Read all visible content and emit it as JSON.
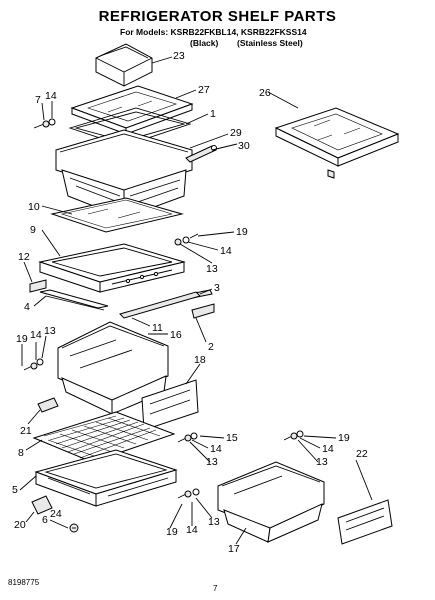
{
  "diagram": {
    "title": "REFRIGERATOR SHELF PARTS",
    "models_line": "For Models: KSRB22FKBL14, KSRB22FKSS14",
    "variant_black": "(Black)",
    "variant_stainless": "(Stainless Steel)",
    "footer_left": "8198775",
    "footer_page": "7",
    "callouts": {
      "c23": "23",
      "c27": "27",
      "c7": "7",
      "c14a": "14",
      "c1": "1",
      "c29": "29",
      "c30": "30",
      "c26": "26",
      "c10": "10",
      "c9": "9",
      "c19a": "19",
      "c14b": "14",
      "c13a": "13",
      "c12": "12",
      "c3": "3",
      "c4": "4",
      "c11": "11",
      "c16": "16",
      "c2": "2",
      "c19b": "19",
      "c14c": "14",
      "c13b": "13",
      "c18": "18",
      "c21": "21",
      "c8": "8",
      "c15": "15",
      "c14d": "14",
      "c13c": "13",
      "c19c": "19",
      "c14e": "14",
      "c13d": "13",
      "c22": "22",
      "c5": "5",
      "c20": "20",
      "c6": "6",
      "c24": "24",
      "c19d": "19",
      "c14f": "14",
      "c13e": "13",
      "c17": "17"
    }
  }
}
